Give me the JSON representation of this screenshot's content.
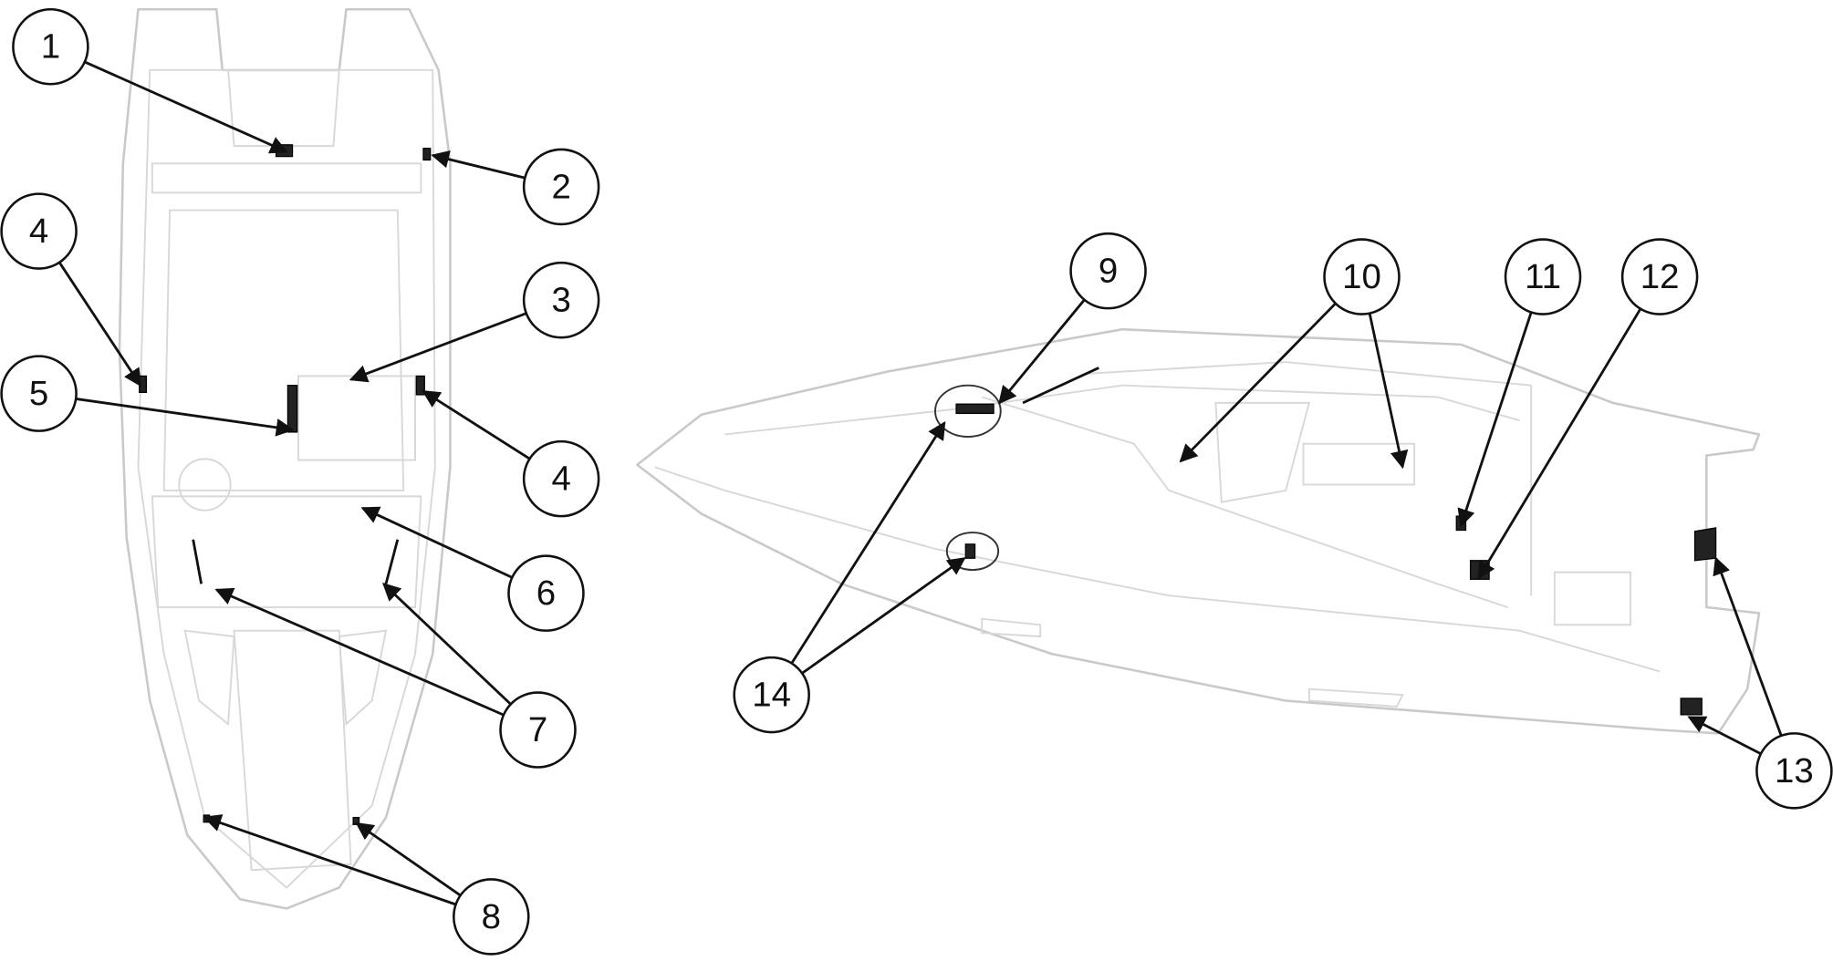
{
  "diagram": {
    "views": [
      "top-view",
      "side-view"
    ],
    "callouts": [
      {
        "id": "c1",
        "label": "1"
      },
      {
        "id": "c2",
        "label": "2"
      },
      {
        "id": "c4a",
        "label": "4"
      },
      {
        "id": "c3",
        "label": "3"
      },
      {
        "id": "c5",
        "label": "5"
      },
      {
        "id": "c4b",
        "label": "4"
      },
      {
        "id": "c6",
        "label": "6"
      },
      {
        "id": "c7",
        "label": "7"
      },
      {
        "id": "c8",
        "label": "8"
      },
      {
        "id": "c9",
        "label": "9"
      },
      {
        "id": "c10",
        "label": "10"
      },
      {
        "id": "c11",
        "label": "11"
      },
      {
        "id": "c12",
        "label": "12"
      },
      {
        "id": "c13",
        "label": "13"
      },
      {
        "id": "c14",
        "label": "14"
      }
    ]
  }
}
